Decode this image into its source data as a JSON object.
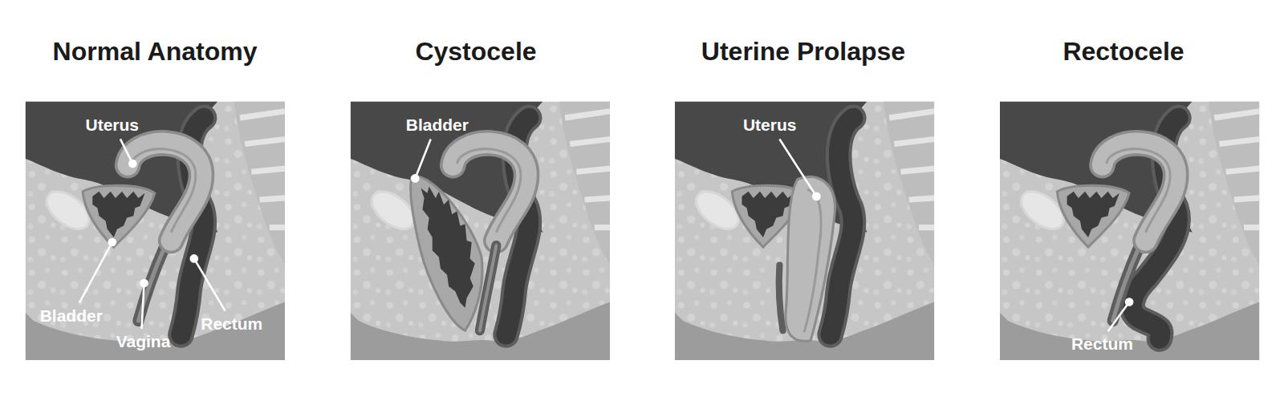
{
  "diagram": {
    "labels": [
      "Normal Anatomy",
      "Uterus",
      "Bladder",
      "Vagina",
      "Rectum",
      "Cystocele",
      "Bladder",
      "Uterine Prolapse",
      "Uterus",
      "Rectocele",
      "Rectum"
    ]
  }
}
